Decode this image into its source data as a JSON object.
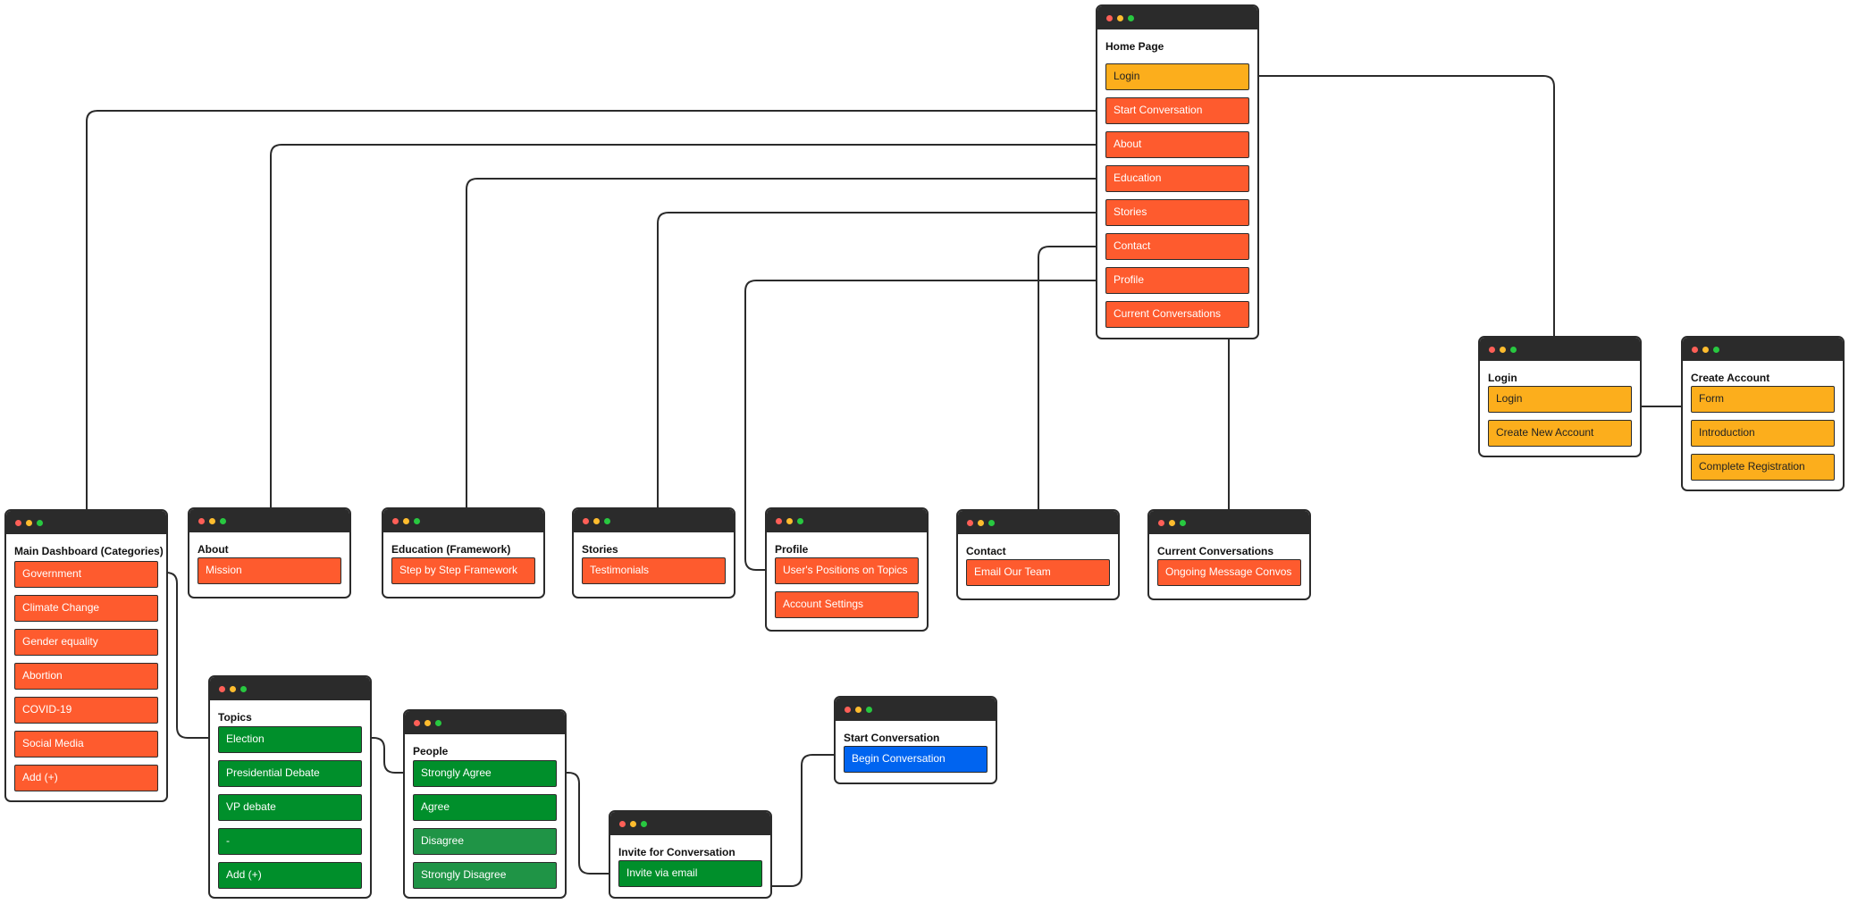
{
  "colors": {
    "orange": "#fe5b2e",
    "yellow": "#fcae1c",
    "green": "#008f2b",
    "green_light": "#1f9446",
    "blue": "#0064f0",
    "window_bar": "#2b2b2b",
    "connector": "#2b2b2b"
  },
  "home": {
    "title": "Home Page",
    "items": [
      "Login",
      "Start Conversation",
      "About",
      "Education",
      "Stories",
      "Contact",
      "Profile",
      "Current Conversations"
    ]
  },
  "login": {
    "title": "Login",
    "items": [
      "Login",
      "Create New Account"
    ]
  },
  "create_account": {
    "title": "Create Account",
    "items": [
      "Form",
      "Introduction",
      "Complete Registration"
    ]
  },
  "dashboard": {
    "title": "Main Dashboard (Categories)",
    "items": [
      "Government",
      "Climate Change",
      "Gender equality",
      "Abortion",
      "COVID-19",
      "Social Media",
      "Add (+)"
    ]
  },
  "about": {
    "title": "About",
    "items": [
      "Mission"
    ]
  },
  "education": {
    "title": "Education (Framework)",
    "items": [
      "Step by Step Framework"
    ]
  },
  "stories": {
    "title": "Stories",
    "items": [
      "Testimonials"
    ]
  },
  "profile": {
    "title": "Profile",
    "items": [
      "User's Positions on Topics",
      "Account Settings"
    ]
  },
  "contact": {
    "title": "Contact",
    "items": [
      "Email Our Team"
    ]
  },
  "current_convos": {
    "title": "Current Conversations",
    "items": [
      "Ongoing Message Convos"
    ]
  },
  "topics": {
    "title": "Topics",
    "items": [
      "Election",
      "Presidential Debate",
      "VP debate",
      "-",
      "Add (+)"
    ]
  },
  "people": {
    "title": "People",
    "items": [
      "Strongly Agree",
      "Agree",
      "Disagree",
      "Strongly Disagree"
    ]
  },
  "invite": {
    "title": "Invite for Conversation",
    "items": [
      "Invite via email"
    ]
  },
  "start_conversation": {
    "title": "Start Conversation",
    "items": [
      "Begin Conversation"
    ]
  }
}
